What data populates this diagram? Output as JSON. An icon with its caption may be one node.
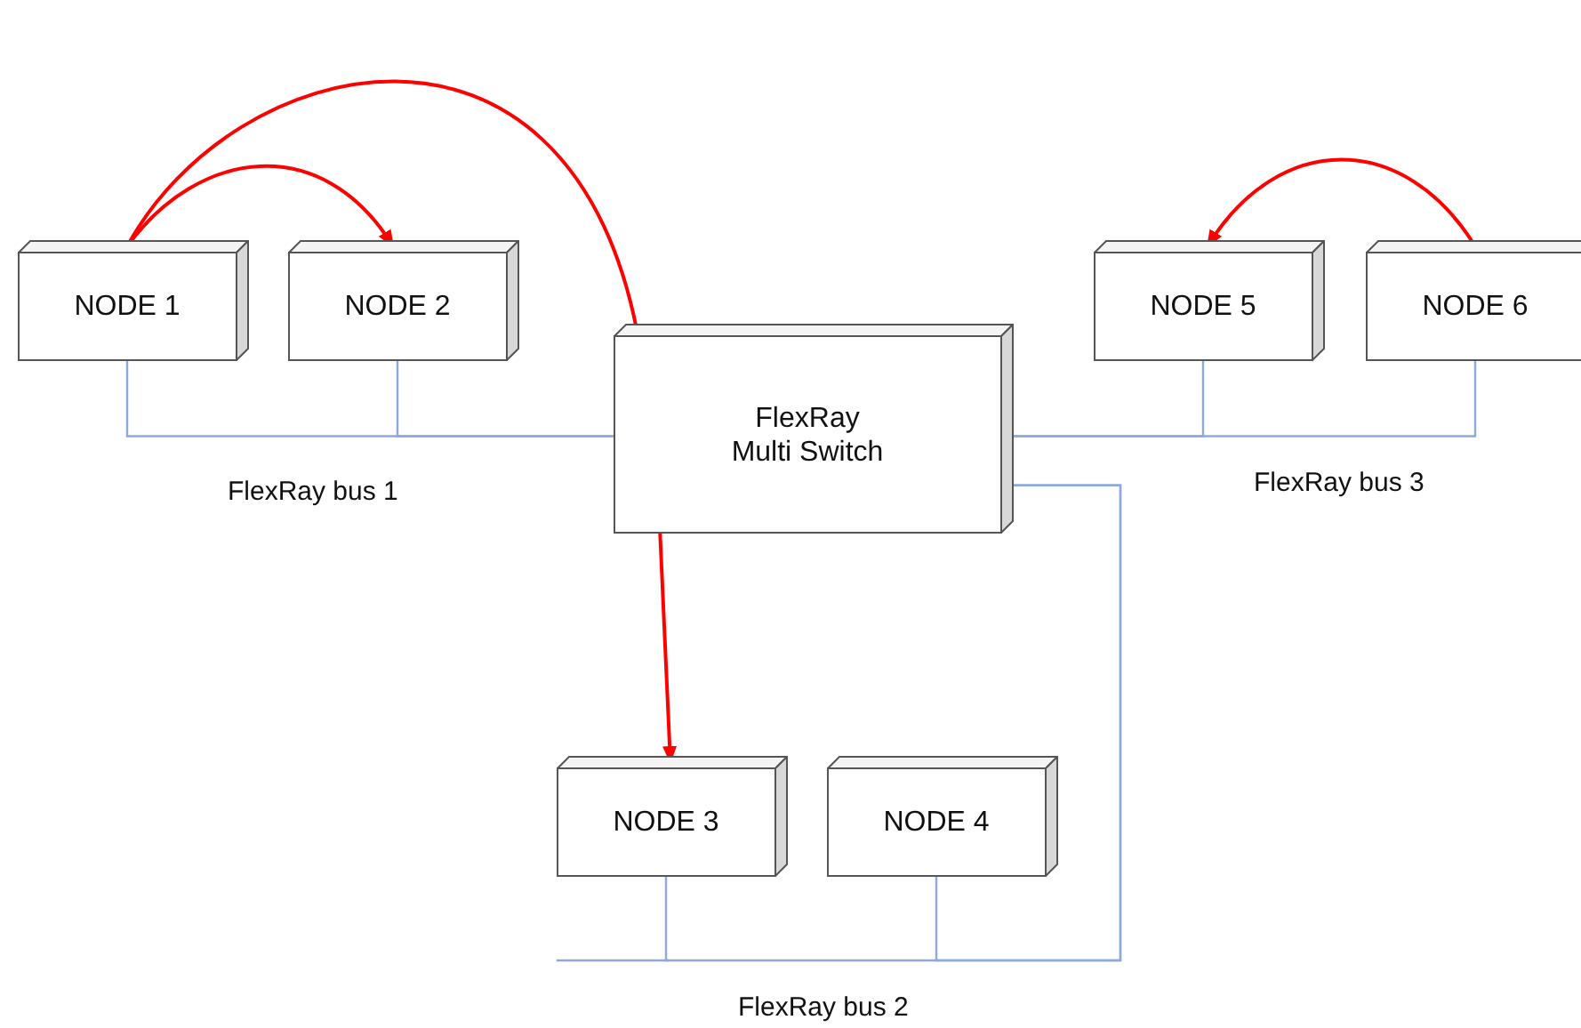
{
  "diagram": {
    "nodes": [
      {
        "text": [
          "NODE 1"
        ]
      },
      {
        "text": [
          "NODE 2"
        ]
      },
      {
        "text": [
          "NODE 5"
        ]
      },
      {
        "text": [
          "NODE 6"
        ]
      },
      {
        "text": [
          "FlexRay Multi Switch"
        ]
      },
      {
        "text": [
          "NODE 3"
        ]
      },
      {
        "text": [
          "NODE 4"
        ]
      }
    ],
    "edges": [
      {
        "from": 0,
        "to": 4,
        "arrow": "none",
        "color": "#ff0000"
      },
      {
        "from": 0,
        "to": 1,
        "arrow": "to",
        "color": "#ff0000"
      },
      {
        "from": 3,
        "to": 2,
        "arrow": "to",
        "color": "#ff0000"
      },
      {
        "from": 4,
        "to": 5,
        "arrow": "to",
        "color": "#ff0000"
      },
      {
        "from": 0,
        "to": 4,
        "arrow": "none"
      },
      {
        "from": 1,
        "to": 4,
        "arrow": "none"
      },
      {
        "from": 2,
        "to": 4,
        "arrow": "none"
      },
      {
        "from": 3,
        "to": 4,
        "arrow": "none"
      },
      {
        "from": 5,
        "to": 4,
        "arrow": "none"
      },
      {
        "from": 6,
        "to": 4,
        "arrow": "none"
      }
    ],
    "labels": [
      "FlexRay bus 1",
      "FlexRay bus 3",
      "FlexRay bus 2"
    ]
  }
}
